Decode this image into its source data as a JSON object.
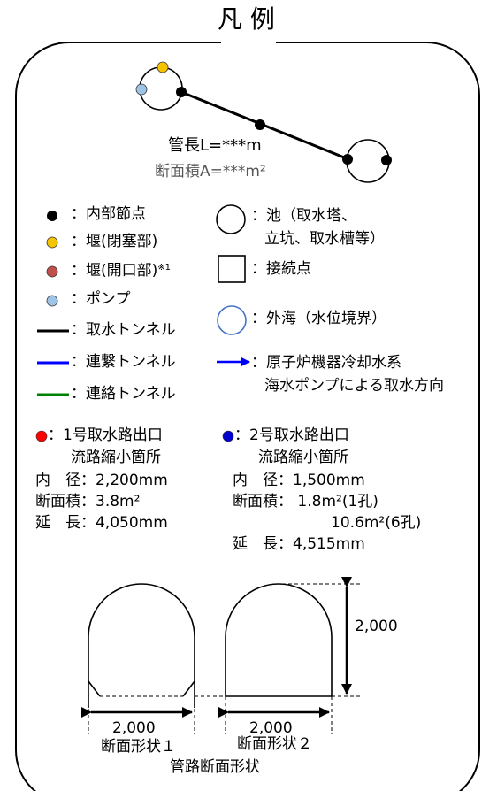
{
  "title": "凡 例",
  "pipe": {
    "length_label": "管長L=***m",
    "area_label": "断面積A=***m²"
  },
  "legend_left": [
    {
      "label": "：内部節点",
      "color": "#000000"
    },
    {
      "label": "：堰(閉塞部)",
      "color": "#f5c400"
    },
    {
      "label": "：堰(開口部)",
      "note": "※1",
      "color": "#c0504d"
    },
    {
      "label": "：ポンプ",
      "color": "#9dc3e6"
    },
    {
      "label": "：取水トンネル",
      "color": "#000000"
    },
    {
      "label": "：連繋トンネル",
      "color": "#0000ff"
    },
    {
      "label": "：連絡トンネル",
      "color": "#008000"
    }
  ],
  "legend_right": {
    "pond": [
      "：池（取水塔、",
      "立坑、取水槽等）"
    ],
    "junction": "：接続点",
    "sea": "：外海（水位境界）",
    "flow": [
      "：原子炉機器冷却水系",
      "海水ポンプによる取水方向"
    ]
  },
  "outlet1": {
    "color": "#ff0000",
    "title": "：1号取水路出口",
    "subtitle": "流路縮小箇所",
    "lines": [
      "内　径：2,200mm",
      "断面積：3.8m²",
      "延　長：4,050mm"
    ]
  },
  "outlet2": {
    "color": "#0000cc",
    "title": "：2号取水路出口",
    "subtitle": "流路縮小箇所",
    "lines": [
      "内　径：1,500mm",
      "断面積：  1.8m²(1孔)",
      "10.6m²(6孔)",
      "延　長：4,515mm"
    ]
  },
  "sections": {
    "width1": "2,000",
    "width2": "2,000",
    "height": "2,000",
    "label1": "断面形状１",
    "label2": "断面形状２",
    "caption": "管路断面形状"
  }
}
